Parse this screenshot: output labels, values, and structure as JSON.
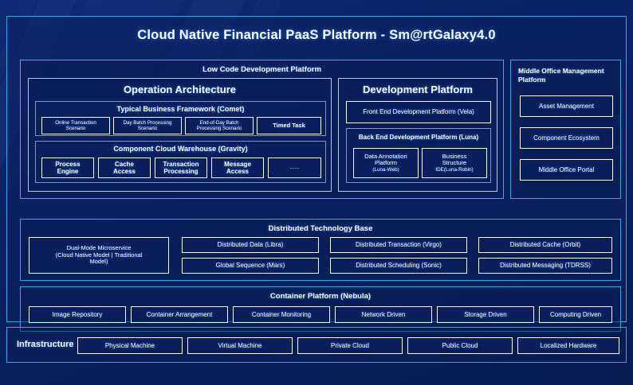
{
  "page": {
    "title": "Cloud Native Financial PaaS Platform - Sm@rtGalaxy4.0"
  },
  "colors": {
    "background": "#0a2264",
    "accent_border": "#2fa8e8",
    "cell_border": "#ffffff",
    "text": "#ffffff"
  },
  "low_code": {
    "heading": "Low Code Development Platform",
    "operation_architecture": {
      "title": "Operation Architecture",
      "groups": [
        {
          "title": "Typical Business Framework (Comet)",
          "cells": [
            {
              "line1": "Online Transaction",
              "line2": "Scenario"
            },
            {
              "line1": "Day Batch Processing",
              "line2": "Scenario"
            },
            {
              "line1": "End-of-Day Batch",
              "line2": "Processing Scenario"
            },
            {
              "line1": "Timed Task",
              "line2": ""
            }
          ]
        },
        {
          "title": "Component Cloud Warehouse (Gravity)",
          "cells": [
            {
              "line1": "Process",
              "line2": "Engine"
            },
            {
              "line1": "Cache",
              "line2": "Access"
            },
            {
              "line1": "Transaction",
              "line2": "Processing"
            },
            {
              "line1": "Message",
              "line2": "Access"
            },
            {
              "line1": "......",
              "line2": ""
            }
          ]
        }
      ]
    },
    "development_platform": {
      "title": "Development Platform",
      "front_end": "Front End Development Platform (Vela)",
      "back_end": {
        "title": "Back End Development Platform (Luna)",
        "cells": [
          {
            "line1": "Data Annotation",
            "line2": "Platform",
            "line3": "(Luna-Web)"
          },
          {
            "line1": "Business",
            "line2": "Structure",
            "line3": "IDE(Luna-Robin)"
          }
        ]
      }
    }
  },
  "middle_office": {
    "title": "Middle Office Management Platform",
    "items": [
      "Asset Management",
      "Component Ecosystem",
      "Middle Office Portal"
    ]
  },
  "distributed_technology_base": {
    "heading": "Distributed Technology Base",
    "highlight": {
      "line1": "Dual-Mode Microservice",
      "line2": "(Cloud Native Model | Traditional",
      "line3": "Model)"
    },
    "grid": [
      [
        "Distributed Data (Libra)",
        "Distributed Transaction (Virgo)",
        "Distributed Cache (Orbit)"
      ],
      [
        "Global Sequence (Mars)",
        "Distributed Scheduling (Sonic)",
        "Distributed Messaging (TDRSS)"
      ]
    ]
  },
  "container_platform": {
    "heading": "Container Platform (Nebula)",
    "items": [
      "Image Repository",
      "Container Arrangement",
      "Container Monitoring",
      "Network Driven",
      "Storage Driven",
      "Computing Driven"
    ]
  },
  "infrastructure": {
    "label": "Infrastructure",
    "items": [
      "Physical Machine",
      "Virtual Machine",
      "Private Cloud",
      "Public Cloud",
      "Localized Hardware"
    ]
  }
}
